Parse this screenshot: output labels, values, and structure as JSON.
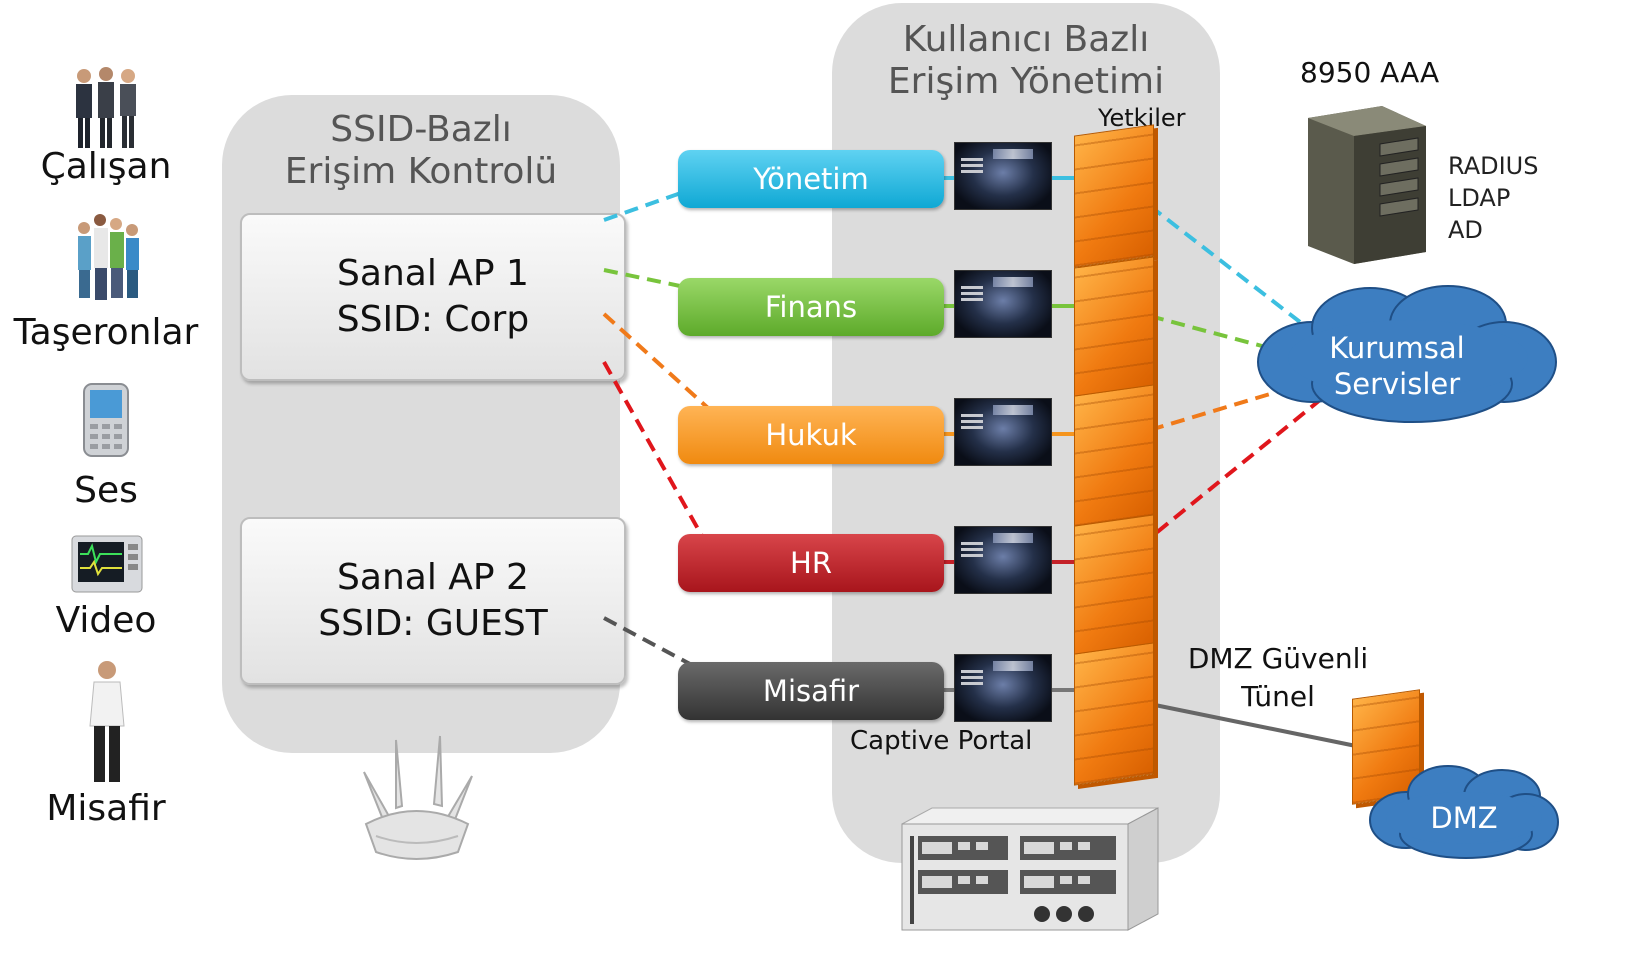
{
  "users": {
    "employee": "Çalışan",
    "contractors": "Taşeronlar",
    "voice": "Ses",
    "video": "Video",
    "guest": "Misafir"
  },
  "ssid_panel": {
    "title_line1": "SSID-Bazlı",
    "title_line2": "Erişim Kontrolü",
    "ap1_line1": "Sanal AP 1",
    "ap1_line2": "SSID: Corp",
    "ap2_line1": "Sanal AP 2",
    "ap2_line2": "SSID: GUEST"
  },
  "user_panel": {
    "title_line1": "Kullanıcı Bazlı",
    "title_line2": "Erişim Yönetimi",
    "permissions_label": "Yetkiler",
    "captive_portal_label": "Captive Portal"
  },
  "vlans": [
    {
      "label": "Yönetim",
      "color": "#1ab8e0"
    },
    {
      "label": "Finans",
      "color": "#78c43c"
    },
    {
      "label": "Hukuk",
      "color": "#f5951e"
    },
    {
      "label": "HR",
      "color": "#c42128"
    },
    {
      "label": "Misafir",
      "color": "#4a4a4a"
    }
  ],
  "aaa": {
    "title": "8950 AAA",
    "line1": "RADIUS",
    "line2": "LDAP",
    "line3": "AD"
  },
  "cloud_corporate": {
    "line1": "Kurumsal",
    "line2": "Servisler",
    "color": "#3d7ec1"
  },
  "dmz_tunnel": {
    "line1": "DMZ Güvenli",
    "line2": "Tünel"
  },
  "cloud_dmz": {
    "label": "DMZ"
  }
}
